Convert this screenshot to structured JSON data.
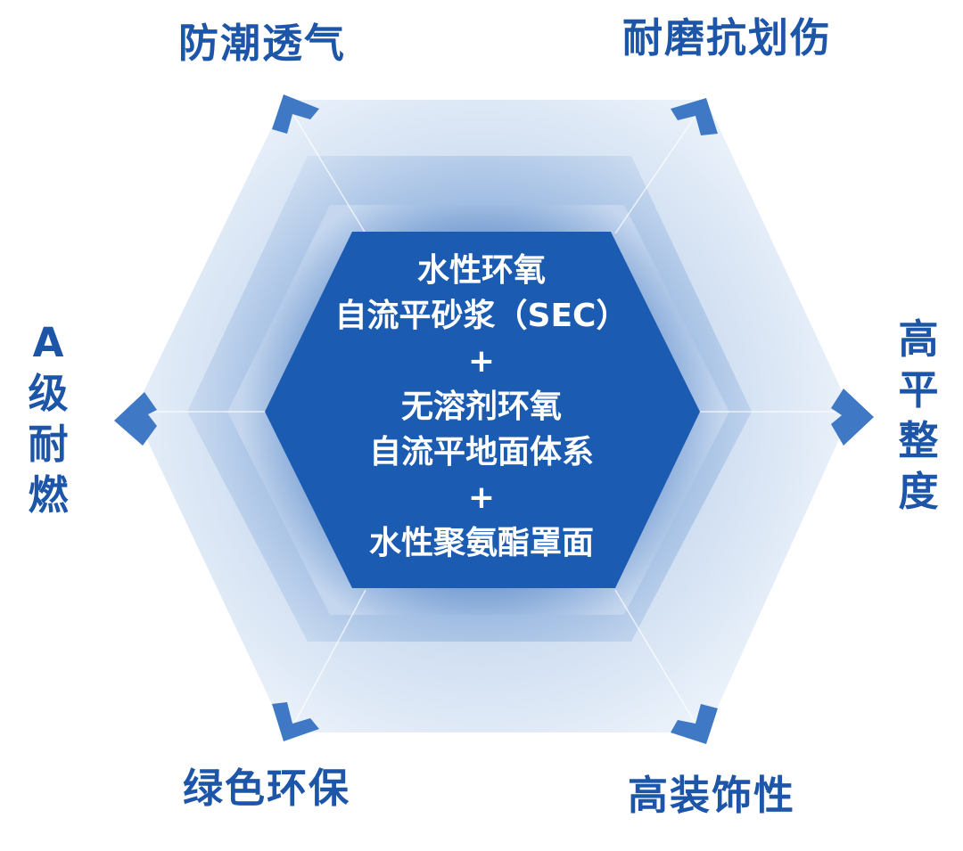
{
  "features": {
    "top_left": "防潮透气",
    "top_right": "耐磨抗划伤",
    "left": "A级耐燃",
    "right": "高平整度",
    "bottom_left": "绿色环保",
    "bottom_right": "高装饰性"
  },
  "center": {
    "line1": "水性环氧",
    "line2": "自流平砂浆（SEC）",
    "plus1": "+",
    "line3": "无溶剂环氧",
    "line4": "自流平地面体系",
    "plus2": "+",
    "line5": "水性聚氨酯罩面"
  },
  "colors": {
    "brand_blue": "#1d56a8",
    "center_fill": "#1b5bb1",
    "outer_fill": "#d7e4f4",
    "text_on_blue": "#ffffff"
  }
}
